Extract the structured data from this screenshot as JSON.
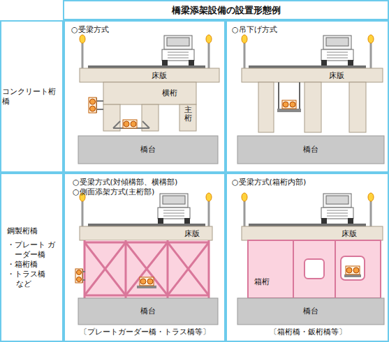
{
  "diagram": {
    "title": "橋梁添架設備の設置形態例",
    "nodes": [
      {
        "text": [
          "コンクリート桁橋"
        ]
      },
      {
        "text": [
          "鋼製桁橋",
          "・プレート ガーダー橋",
          "・箱桁橋",
          "・トラス橋",
          "など"
        ]
      },
      {
        "text": [
          "○受梁方式"
        ]
      },
      {
        "text": [
          "○吊下げ方式"
        ]
      },
      {
        "text": [
          "○受梁方式(対傾構部、横構部)",
          "○側面添架方式(主桁部)",
          "〔プレートガーダー橋・トラス橋等〕"
        ]
      },
      {
        "text": [
          "○受梁方式(箱桁内部)",
          "〔箱桁橋・鈑桁橋等〕"
        ]
      }
    ],
    "labels": [
      "床版",
      "横桁",
      "主桁",
      "橋台",
      "床版",
      "橋台",
      "床版",
      "橋台",
      "床版",
      "箱桁",
      "橋台"
    ]
  }
}
